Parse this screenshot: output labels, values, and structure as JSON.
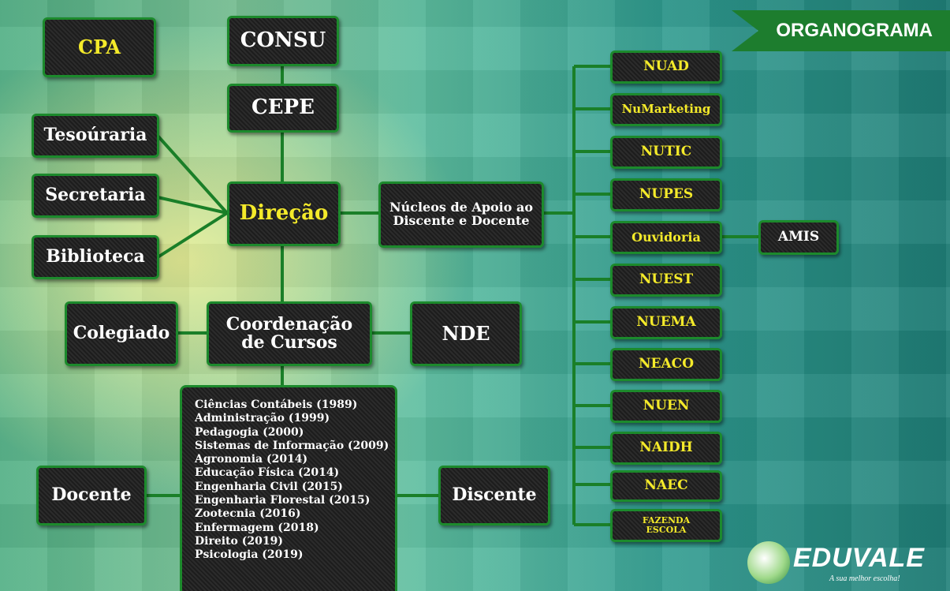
{
  "banner": {
    "title": "ORGANOGRAMA"
  },
  "top": {
    "cpa": "CPA",
    "consu": "CONSU",
    "cepe": "CEPE"
  },
  "left": {
    "tesouraria": "Tesoúraria",
    "secretaria": "Secretaria",
    "biblioteca": "Biblioteca"
  },
  "center": {
    "direcao": "Direção",
    "nucleos": "Núcleos de Apoio ao Discente e Docente",
    "colegiado": "Colegiado",
    "coordenacao": "Coordenação de Cursos",
    "nde": "NDE",
    "docente": "Docente",
    "discente": "Discente"
  },
  "cursos": [
    "Ciências Contábeis (1989)",
    "Administração (1999)",
    "Pedagogia (2000)",
    "Sistemas de Informação (2009)",
    "Agronomia (2014)",
    "Educação Física (2014)",
    "Engenharia Civil (2015)",
    "Engenharia Florestal (2015)",
    "Zootecnia (2016)",
    "Enfermagem (2018)",
    "Direito (2019)",
    "Psicologia (2019)"
  ],
  "nucleos_list": [
    "NUAD",
    "NuMarketing",
    "NUTIC",
    "NUPES",
    "Ouvidoria",
    "NUEST",
    "NUEMA",
    "NEACO",
    "NUEN",
    "NAIDH",
    "NAEC",
    "FAZENDA ESCOLA"
  ],
  "amis": "AMIS",
  "logo": {
    "name": "EDUVALE",
    "tagline": "A sua melhor escolha!"
  },
  "colors": {
    "accent": "#1c8a2c",
    "box_text_yellow": "#f4ea2a",
    "banner": "#1d7d2e"
  }
}
